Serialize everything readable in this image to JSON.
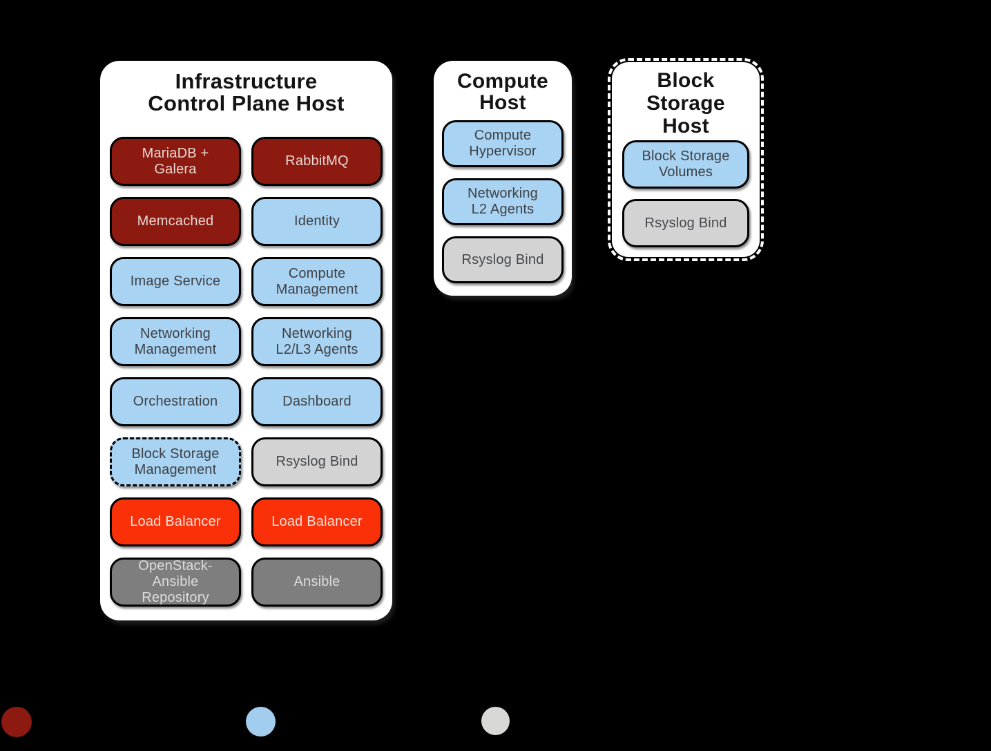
{
  "colors": {
    "background": "#000000",
    "panel_bg": "#ffffff",
    "box_border": "#000000",
    "dark_red": "#8c1a10",
    "light_blue": "#a9d3f2",
    "bright_red": "#f93008",
    "light_gray": "#d3d3d3",
    "dark_gray": "#7e7e7e"
  },
  "panels": {
    "infrastructure": {
      "title": "Infrastructure\nControl Plane Host",
      "boxes": [
        {
          "label": "MariaDB +\nGalera",
          "color": "dark_red"
        },
        {
          "label": "RabbitMQ",
          "color": "dark_red"
        },
        {
          "label": "Memcached",
          "color": "dark_red"
        },
        {
          "label": "Identity",
          "color": "light_blue"
        },
        {
          "label": "Image Service",
          "color": "light_blue"
        },
        {
          "label": "Compute\nManagement",
          "color": "light_blue"
        },
        {
          "label": "Networking\nManagement",
          "color": "light_blue"
        },
        {
          "label": "Networking\nL2/L3 Agents",
          "color": "light_blue"
        },
        {
          "label": "Orchestration",
          "color": "light_blue"
        },
        {
          "label": "Dashboard",
          "color": "light_blue"
        },
        {
          "label": "Block Storage\nManagement",
          "color": "light_blue",
          "border": "dashed"
        },
        {
          "label": "Rsyslog Bind",
          "color": "light_gray"
        },
        {
          "label": "Load Balancer",
          "color": "bright_red"
        },
        {
          "label": "Load Balancer",
          "color": "bright_red"
        },
        {
          "label": "OpenStack-\nAnsible\nRepository",
          "color": "dark_gray"
        },
        {
          "label": "Ansible",
          "color": "dark_gray"
        }
      ]
    },
    "compute": {
      "title": "Compute\nHost",
      "boxes": [
        {
          "label": "Compute\nHypervisor",
          "color": "light_blue"
        },
        {
          "label": "Networking\nL2 Agents",
          "color": "light_blue"
        },
        {
          "label": "Rsyslog Bind",
          "color": "light_gray"
        }
      ]
    },
    "block_storage": {
      "title": "Block\nStorage\nHost",
      "border": "dashed",
      "boxes": [
        {
          "label": "Block Storage\nVolumes",
          "color": "light_blue"
        },
        {
          "label": "Rsyslog Bind",
          "color": "light_gray"
        }
      ]
    }
  },
  "legend": {
    "dots": [
      {
        "name": "dark-red-dot",
        "color": "#8c1a10"
      },
      {
        "name": "light-blue-dot",
        "color": "#a3cdee"
      },
      {
        "name": "light-gray-dot",
        "color": "#d8d8d6"
      }
    ]
  }
}
